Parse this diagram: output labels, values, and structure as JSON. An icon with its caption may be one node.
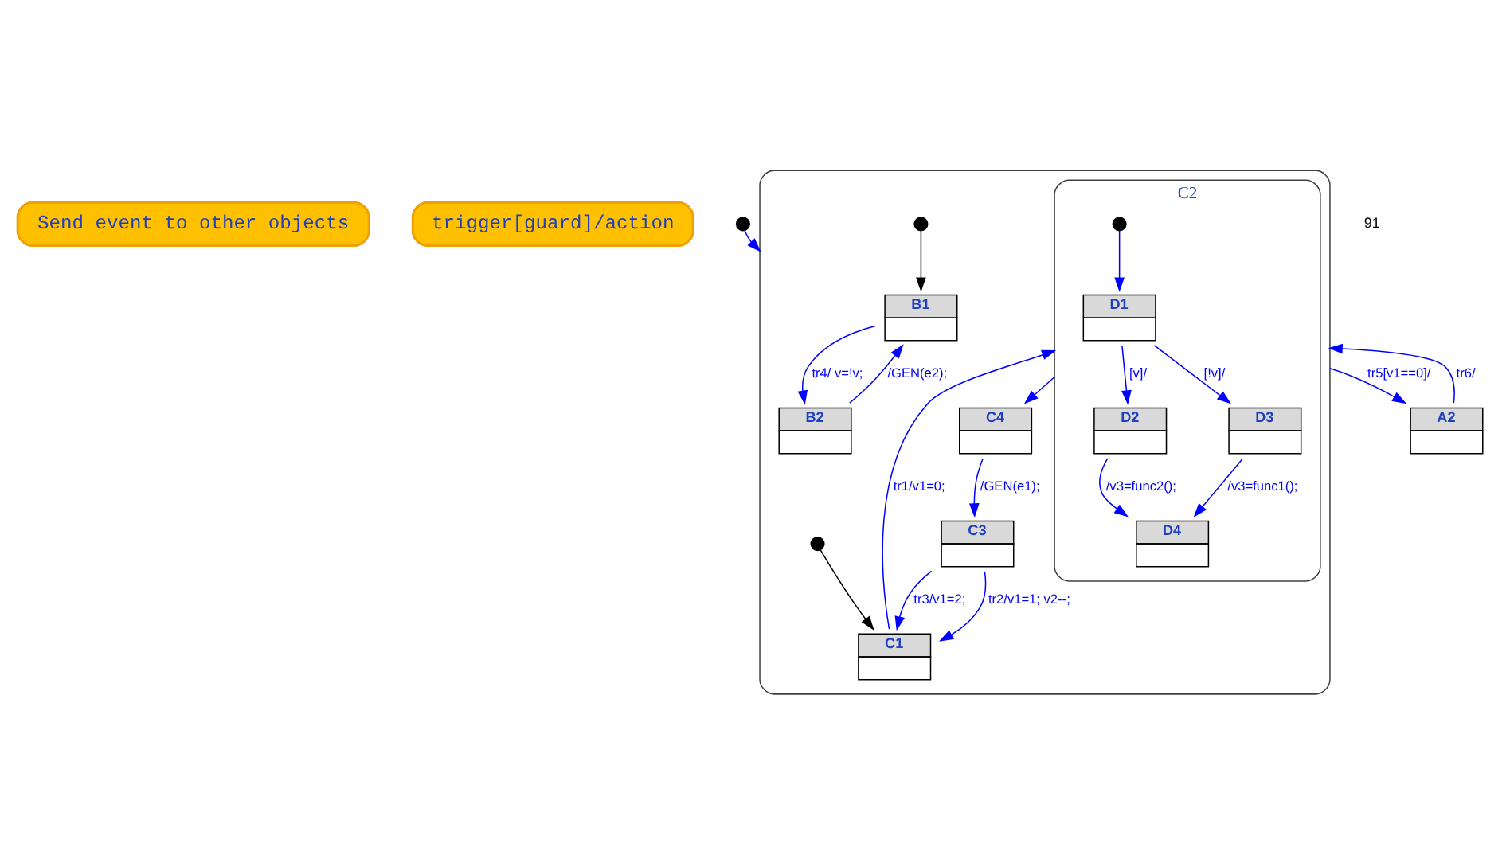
{
  "diagram": {
    "nodes": [
      {
        "text": [
          "Send event to other objects"
        ]
      },
      {
        "text": [
          "trigger[guard]/action"
        ]
      },
      {
        "text": [],
        "shape": "circle"
      },
      {
        "text": [],
        "shape": "box"
      },
      {
        "text": [],
        "shape": "circle",
        "in": 3
      },
      {
        "text": [
          "B1"
        ],
        "in": 3
      },
      {
        "text": [
          "B2"
        ],
        "in": 3
      },
      {
        "text": [],
        "shape": "circle",
        "in": 3
      },
      {
        "text": [
          "C1"
        ],
        "in": 3
      },
      {
        "text": [
          "C3"
        ],
        "in": 3
      },
      {
        "text": [
          "C2"
        ],
        "in": 3
      },
      {
        "text": [],
        "shape": "circle",
        "in": 10
      },
      {
        "text": [
          "D1"
        ],
        "in": 10
      },
      {
        "text": [
          "D2"
        ],
        "in": 10
      },
      {
        "text": [
          "D3"
        ],
        "in": 10
      },
      {
        "text": [
          "D4"
        ],
        "in": 10
      },
      {
        "text": [
          "C4"
        ],
        "in": 3
      },
      {
        "text": [
          "A2"
        ]
      }
    ],
    "edges": [
      {
        "from": 2,
        "to": 3,
        "arrow": "to"
      },
      {
        "from": 3,
        "to": 17,
        "arrow": "to",
        "label": "tr5[v1==0]/"
      },
      {
        "from": 17,
        "to": 3,
        "arrow": "to",
        "label": "tr6/"
      },
      {
        "from": 4,
        "to": 5,
        "arrow": "to",
        "color": "#000000"
      },
      {
        "from": 5,
        "to": 6,
        "arrow": "to",
        "label": "tr4/ v=!v;"
      },
      {
        "from": 6,
        "to": 5,
        "arrow": "to",
        "label": "/GEN(e2);"
      },
      {
        "from": 7,
        "to": 8,
        "arrow": "to",
        "color": "#000000"
      },
      {
        "from": 9,
        "to": 8,
        "arrow": "to",
        "label": "tr2/v1=1; v2--;"
      },
      {
        "from": 9,
        "to": 8,
        "arrow": "to",
        "label": "tr3/v1=2;"
      },
      {
        "from": 8,
        "to": 10,
        "arrow": "to",
        "label": "tr1/v1=0;"
      },
      {
        "from": 11,
        "to": 12,
        "arrow": "to"
      },
      {
        "from": 12,
        "to": 13,
        "arrow": "to",
        "label": "[v]/"
      },
      {
        "from": 12,
        "to": 14,
        "arrow": "to",
        "label": "[!v]/"
      },
      {
        "from": 13,
        "to": 15,
        "arrow": "to",
        "label": "/v3=func2();"
      },
      {
        "from": 14,
        "to": 15,
        "arrow": "to",
        "label": "/v3=func1();"
      },
      {
        "from": 10,
        "to": 16,
        "arrow": "to"
      },
      {
        "from": 16,
        "to": 9,
        "arrow": "to",
        "label": "/GEN(e1);"
      }
    ],
    "labels": [
      "91"
    ]
  }
}
